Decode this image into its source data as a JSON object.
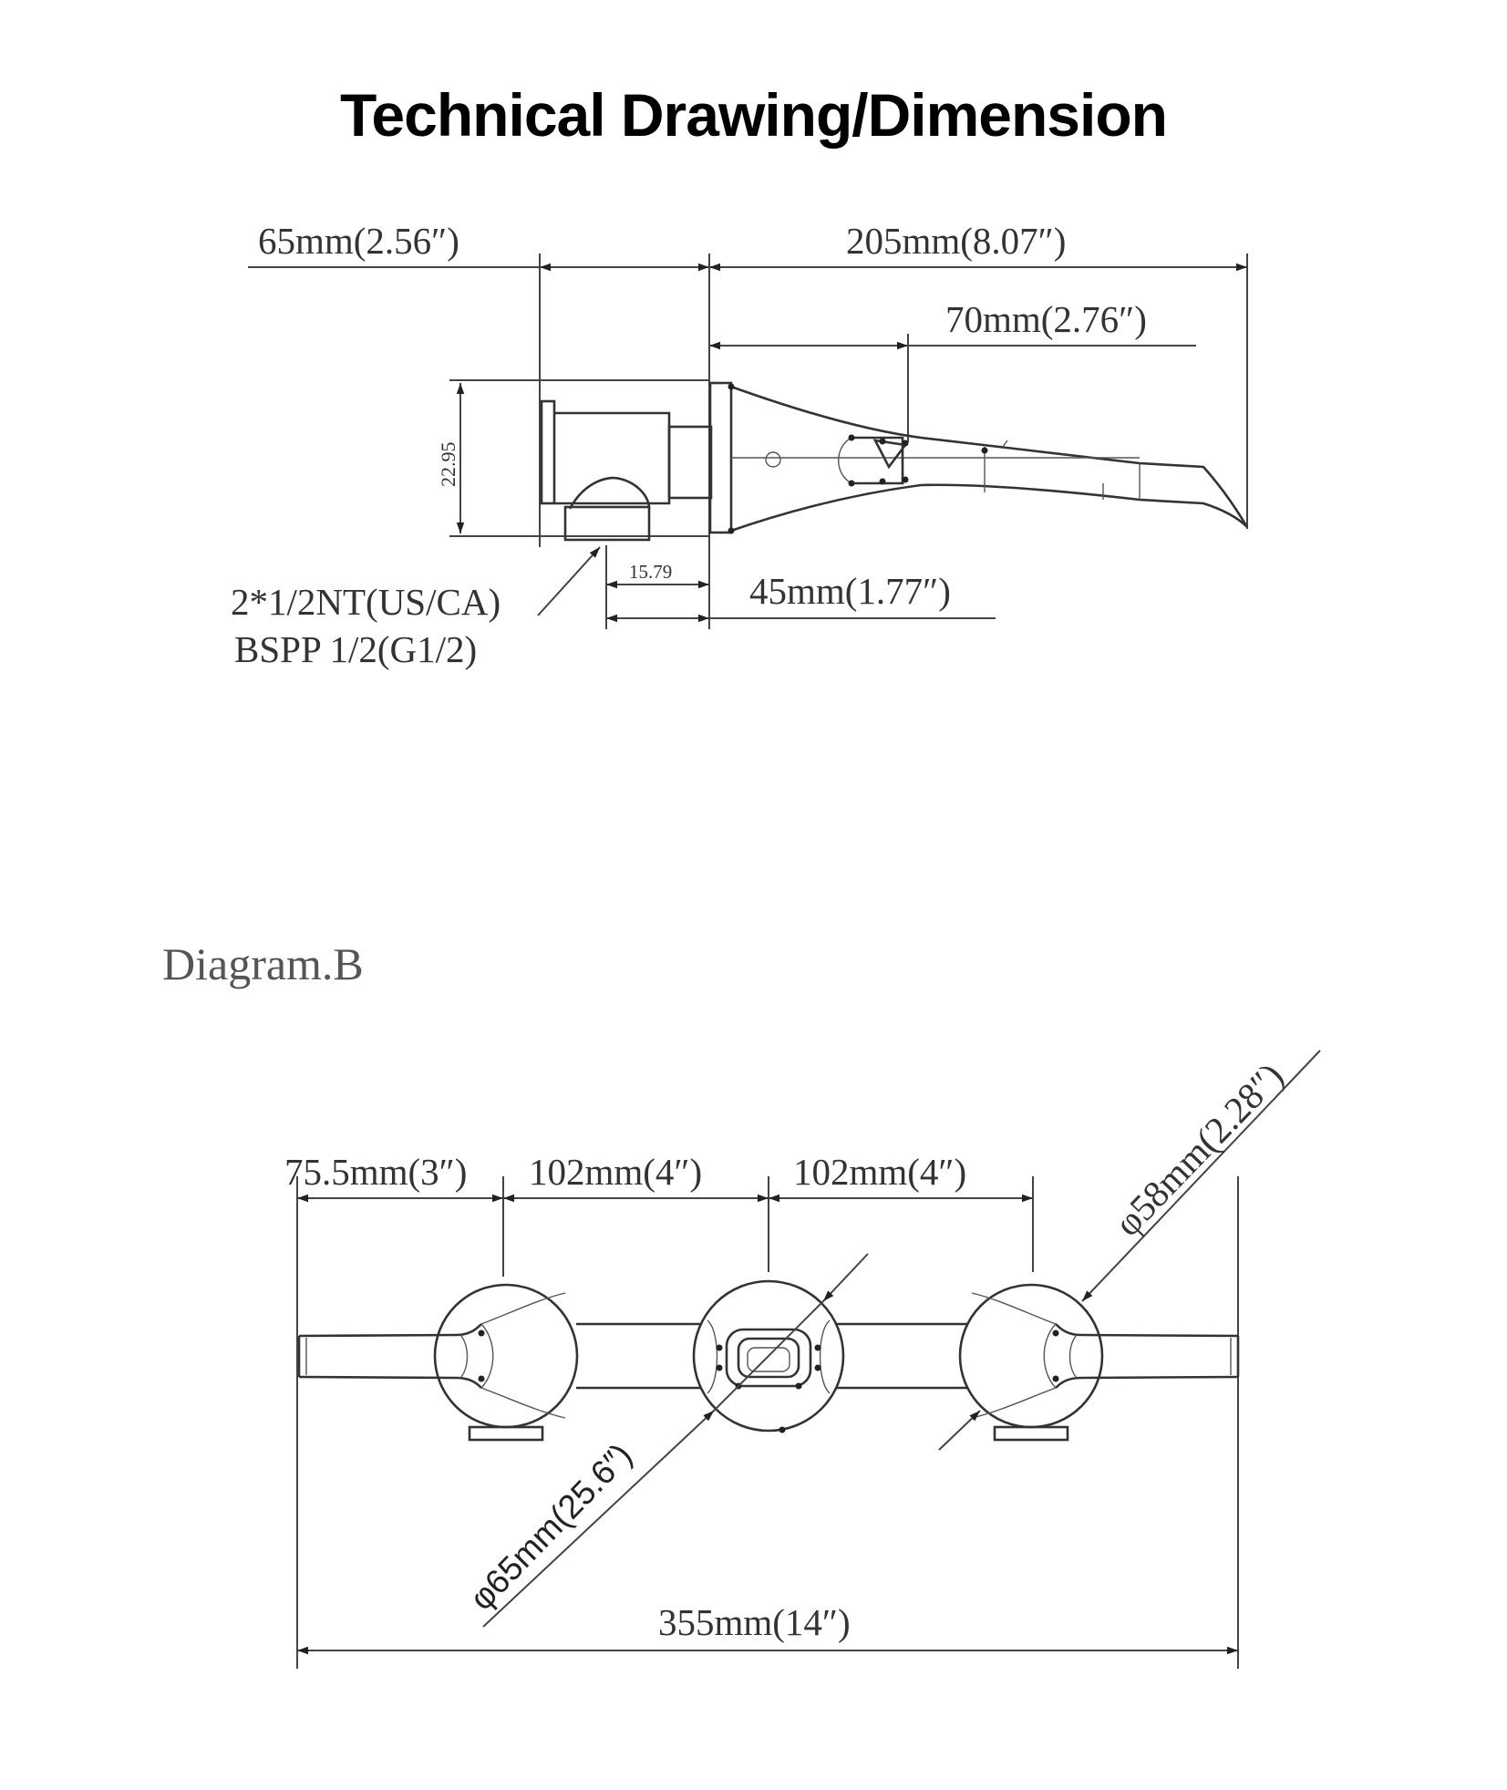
{
  "title": "Technical Drawing/Dimension",
  "side_view": {
    "dim_left": "65mm(2.56″)",
    "dim_total": "205mm(8.07″)",
    "dim_spout": "70mm(2.76″)",
    "dim_height": "22.95",
    "dim_small": "15.79",
    "dim_body": "45mm(1.77″)",
    "connection_line1": "2*1/2NT(US/CA)",
    "connection_line2": "BSPP 1/2(G1/2)"
  },
  "diagram_b": {
    "label": "Diagram.B",
    "dim_handle_offset": "75.5mm(3″)",
    "dim_spacing_left": "102mm(4″)",
    "dim_spacing_right": "102mm(4″)",
    "dim_handle_diameter": "φ58mm(2.28″)",
    "dim_center_diameter": "φ65mm(25.6″)",
    "dim_overall": "355mm(14″)"
  }
}
